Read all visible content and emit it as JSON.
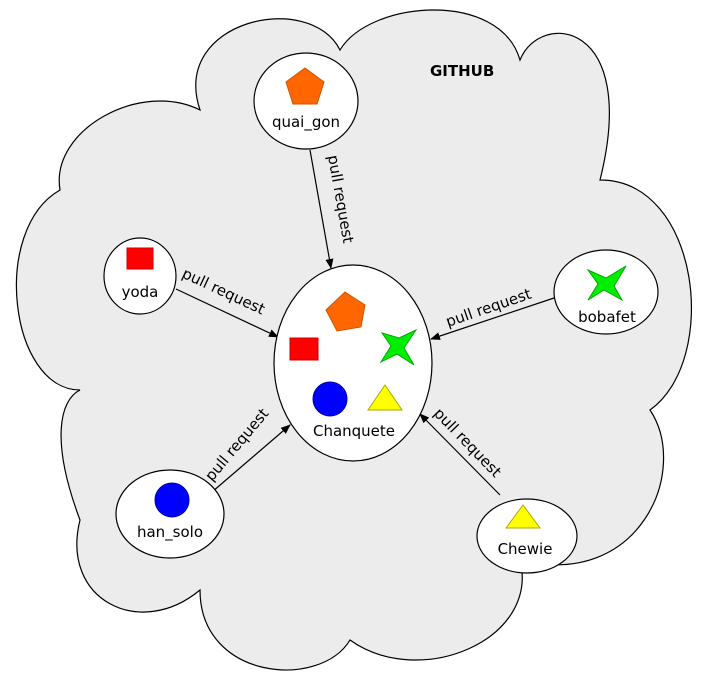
{
  "cloud": {
    "title": "GITHUB",
    "fill": "#ececec"
  },
  "center": {
    "label": "Chanquete",
    "shapes": [
      "pentagon-icon",
      "square-icon",
      "star-icon",
      "circle-icon",
      "triangle-icon"
    ]
  },
  "nodes": {
    "quai_gon": {
      "label": "quai_gon",
      "icon": "pentagon-icon",
      "color": "#ff6600"
    },
    "yoda": {
      "label": "yoda",
      "icon": "square-icon",
      "color": "#ff0000"
    },
    "bobafet": {
      "label": "bobafet",
      "icon": "star-icon",
      "color": "#00ee00"
    },
    "han_solo": {
      "label": "han_solo",
      "icon": "circle-icon",
      "color": "#0000ff"
    },
    "chewie": {
      "label": "Chewie",
      "icon": "triangle-icon",
      "color": "#ffff00"
    }
  },
  "edges": {
    "quai_gon": "pull request",
    "yoda": "pull request",
    "bobafet": "pull request",
    "han_solo": "pull request",
    "chewie": "pull request"
  }
}
